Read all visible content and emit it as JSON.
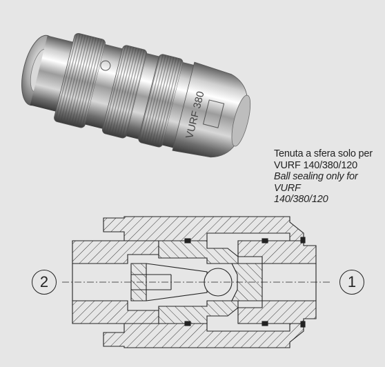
{
  "caption": {
    "line_it": "Tenuta a sfera solo per",
    "line_it2": "VURF 140/380/120",
    "line_en": "Ball sealing only for VURF",
    "line_en2": "140/380/120"
  },
  "ports": {
    "left": "2",
    "right": "1"
  },
  "product_marking": "VURF 380"
}
